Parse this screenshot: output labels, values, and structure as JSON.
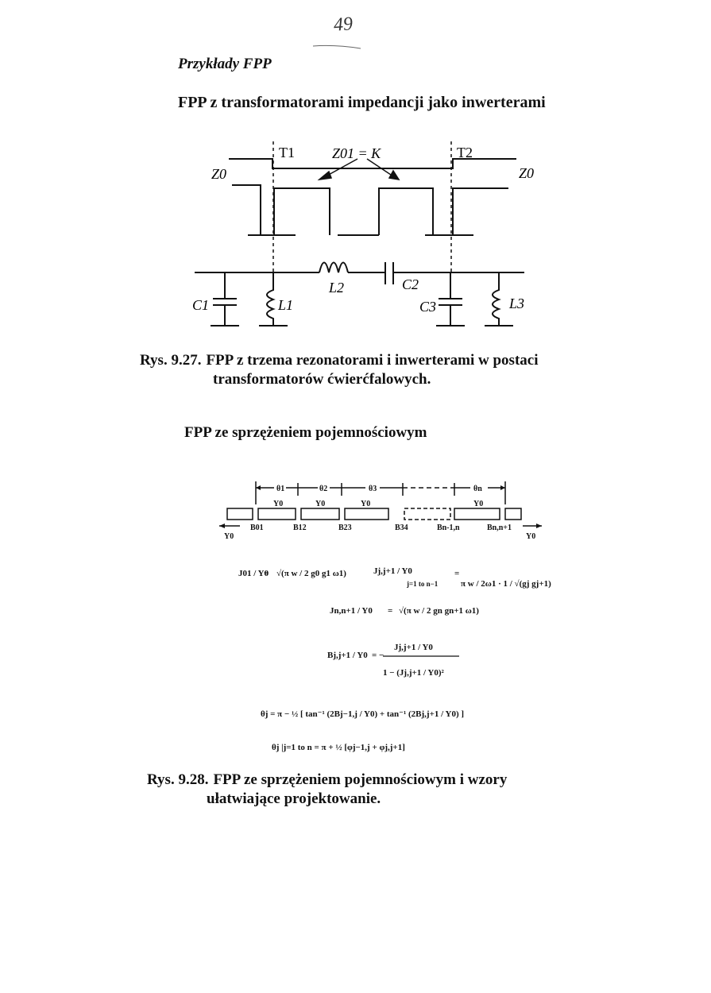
{
  "page_number": "49",
  "section_title": "Przykłady FPP",
  "heading1": "FPP z transformatorami impedancji jako inwerterami",
  "fig1": {
    "labels": {
      "t1": "T1",
      "t2": "T2",
      "z01k": "Z01 = K",
      "z0_left": "Z0",
      "z0_right": "Z0",
      "c1": "C1",
      "l1": "L1",
      "l2": "L2",
      "c2": "C2",
      "c3": "C3",
      "l3": "L3"
    },
    "caption_label": "Rys. 9.27.",
    "caption_line1": "FPP z trzema rezonatorami i inwerterami w postaci",
    "caption_line2": "transformatorów ćwierćfalowych."
  },
  "heading2": "FPP ze sprzężeniem pojemnościowym",
  "fig2": {
    "theta_labels": [
      "θ1",
      "θ2",
      "θ3",
      "θn"
    ],
    "y0_labels": [
      "Y0",
      "Y0",
      "Y0",
      "Y0"
    ],
    "b_labels": [
      "B01",
      "B12",
      "B23",
      "B34",
      "Bn-1,n",
      "Bn,n+1"
    ],
    "port_labels": [
      "Y0",
      "Y0"
    ]
  },
  "formulas": {
    "f1_lhs": "J01 / Y0",
    "f1_rhs": "√(π w / 2 g0 g1 ω1)",
    "f2_lhs": "Jj,j+1 / Y0",
    "f2_range": "j=1 to n−1",
    "f2_rhs": "π w / 2ω1 · 1 / √(gj gj+1)",
    "f3_lhs": "Jn,n+1 / Y0",
    "f3_rhs": "√(π w / 2 gn gn+1 ω1)",
    "f4_lhs": "Bj,j+1 / Y0",
    "f4_num": "Jj,j+1 / Y0",
    "f4_den": "1 − (Jj,j+1 / Y0)²",
    "f5": "θj = π − ½ [ tan⁻¹ (2Bj−1,j / Y0) + tan⁻¹ (2Bj,j+1 / Y0) ]",
    "f6": "θj |j=1 to n = π + ½ [φj−1,j + φj,j+1]"
  },
  "fig3": {
    "caption_label": "Rys. 9.28.",
    "caption_line1": "FPP ze sprzężeniem pojemnościowym i wzory",
    "caption_line2": "ułatwiające projektowanie."
  }
}
